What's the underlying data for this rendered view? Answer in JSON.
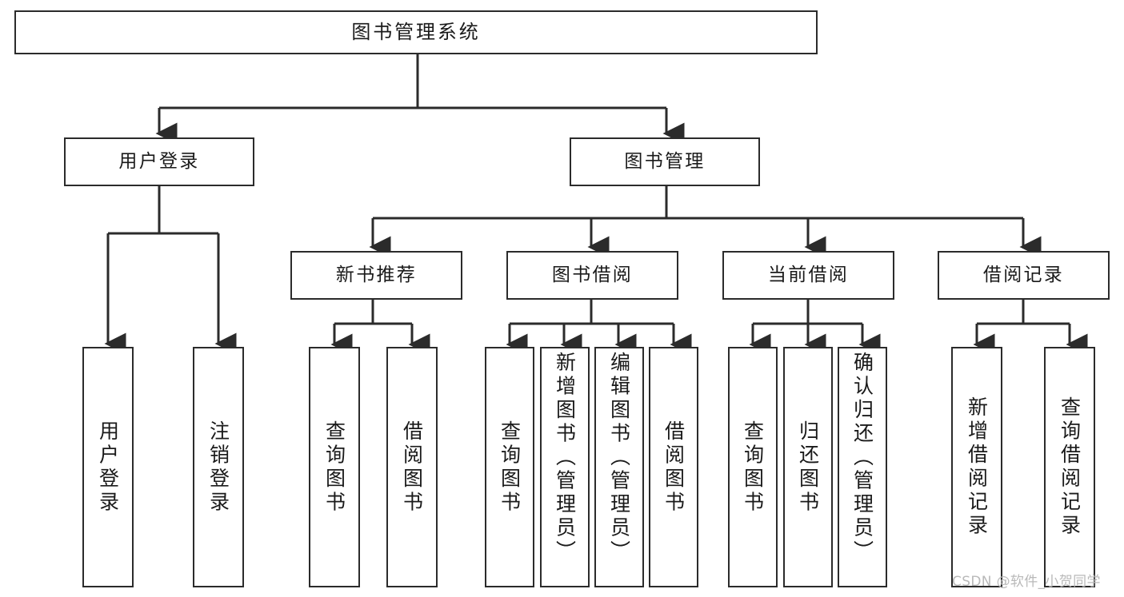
{
  "diagram": {
    "type": "tree",
    "title": "图书管理系统",
    "orientation": "top-down",
    "line_color": "#2b2b2b",
    "box_fill": "#ffffff",
    "text_color": "#1a1a1a"
  },
  "nodes": {
    "root": {
      "label": "图书管理系统"
    },
    "level1": [
      {
        "label": "用户登录"
      },
      {
        "label": "图书管理"
      }
    ],
    "level2": [
      {
        "label": "新书推荐"
      },
      {
        "label": "图书借阅"
      },
      {
        "label": "当前借阅"
      },
      {
        "label": "借阅记录"
      }
    ],
    "leaves": {
      "user_login": [
        {
          "label": "用户登录"
        },
        {
          "label": "注销登录"
        }
      ],
      "new_book": [
        {
          "label": "查询图书"
        },
        {
          "label": "借阅图书"
        }
      ],
      "borrow_book": [
        {
          "label": "查询图书"
        },
        {
          "label": "新增图书（管理员）"
        },
        {
          "label": "编辑图书（管理员）"
        },
        {
          "label": "借阅图书"
        }
      ],
      "current_borrow": [
        {
          "label": "查询图书"
        },
        {
          "label": "归还图书"
        },
        {
          "label": "确认归还（管理员）"
        }
      ],
      "borrow_record": [
        {
          "label": "新增借阅记录"
        },
        {
          "label": "查询借阅记录"
        }
      ]
    }
  },
  "watermark": {
    "text": "CSDN @软件_小贺同学"
  }
}
